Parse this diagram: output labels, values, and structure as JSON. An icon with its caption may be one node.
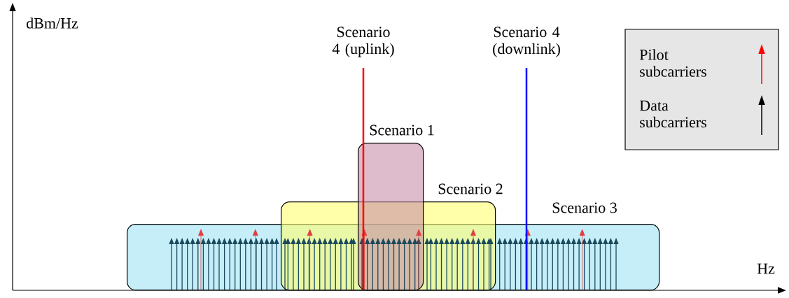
{
  "diagram": {
    "nodes": [
      {
        "text": [
          "Scenario 3"
        ]
      },
      {
        "text": [
          "Scenario 2"
        ]
      },
      {
        "text": [
          "Scenario 1"
        ]
      }
    ],
    "labels": [
      "dBm/Hz",
      "Scenario 4 (uplink)",
      "Scenario 4 (downlink)",
      "Hz"
    ],
    "legend": [
      {
        "text": "Pilot subcarriers"
      },
      {
        "text": "Data subcarriers"
      }
    ]
  }
}
